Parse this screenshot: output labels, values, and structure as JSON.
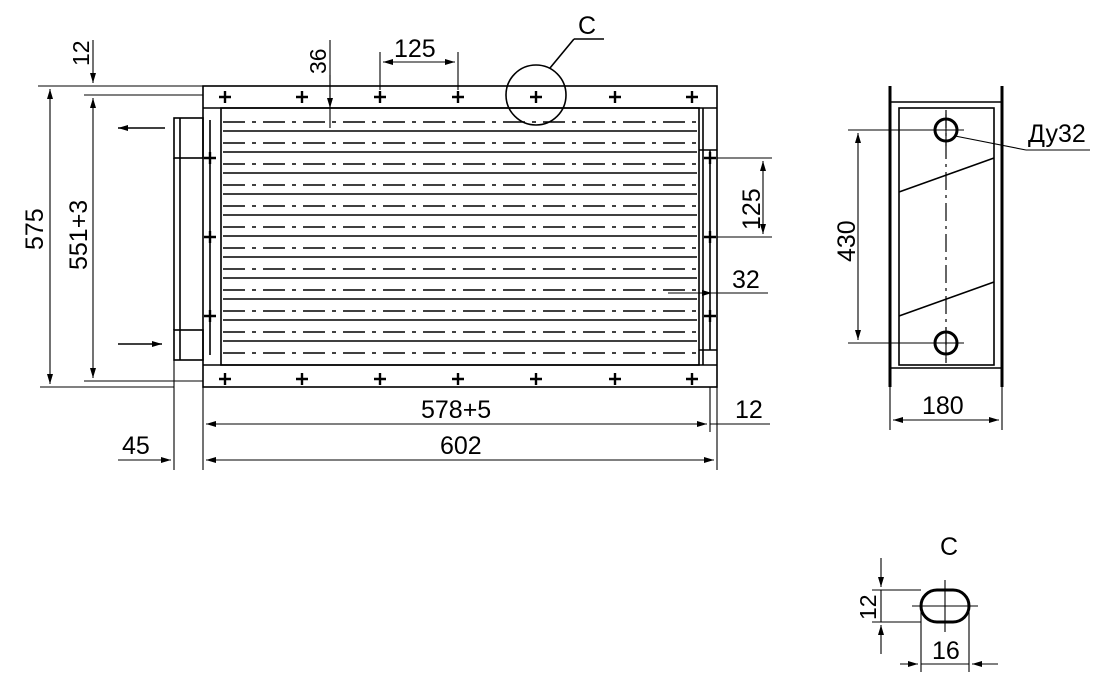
{
  "dimensions": {
    "d12_top": "12",
    "d36": "36",
    "d125_top": "125",
    "callout_c": "C",
    "d575": "575",
    "d551": "551+3",
    "d125_right": "125",
    "d32": "32",
    "d578": "578+5",
    "d12_right": "12",
    "d602": "602",
    "d45": "45",
    "side_430": "430",
    "side_du32": "Ду32",
    "side_180": "180",
    "detail_c": "C",
    "detail_12": "12",
    "detail_16": "16"
  }
}
